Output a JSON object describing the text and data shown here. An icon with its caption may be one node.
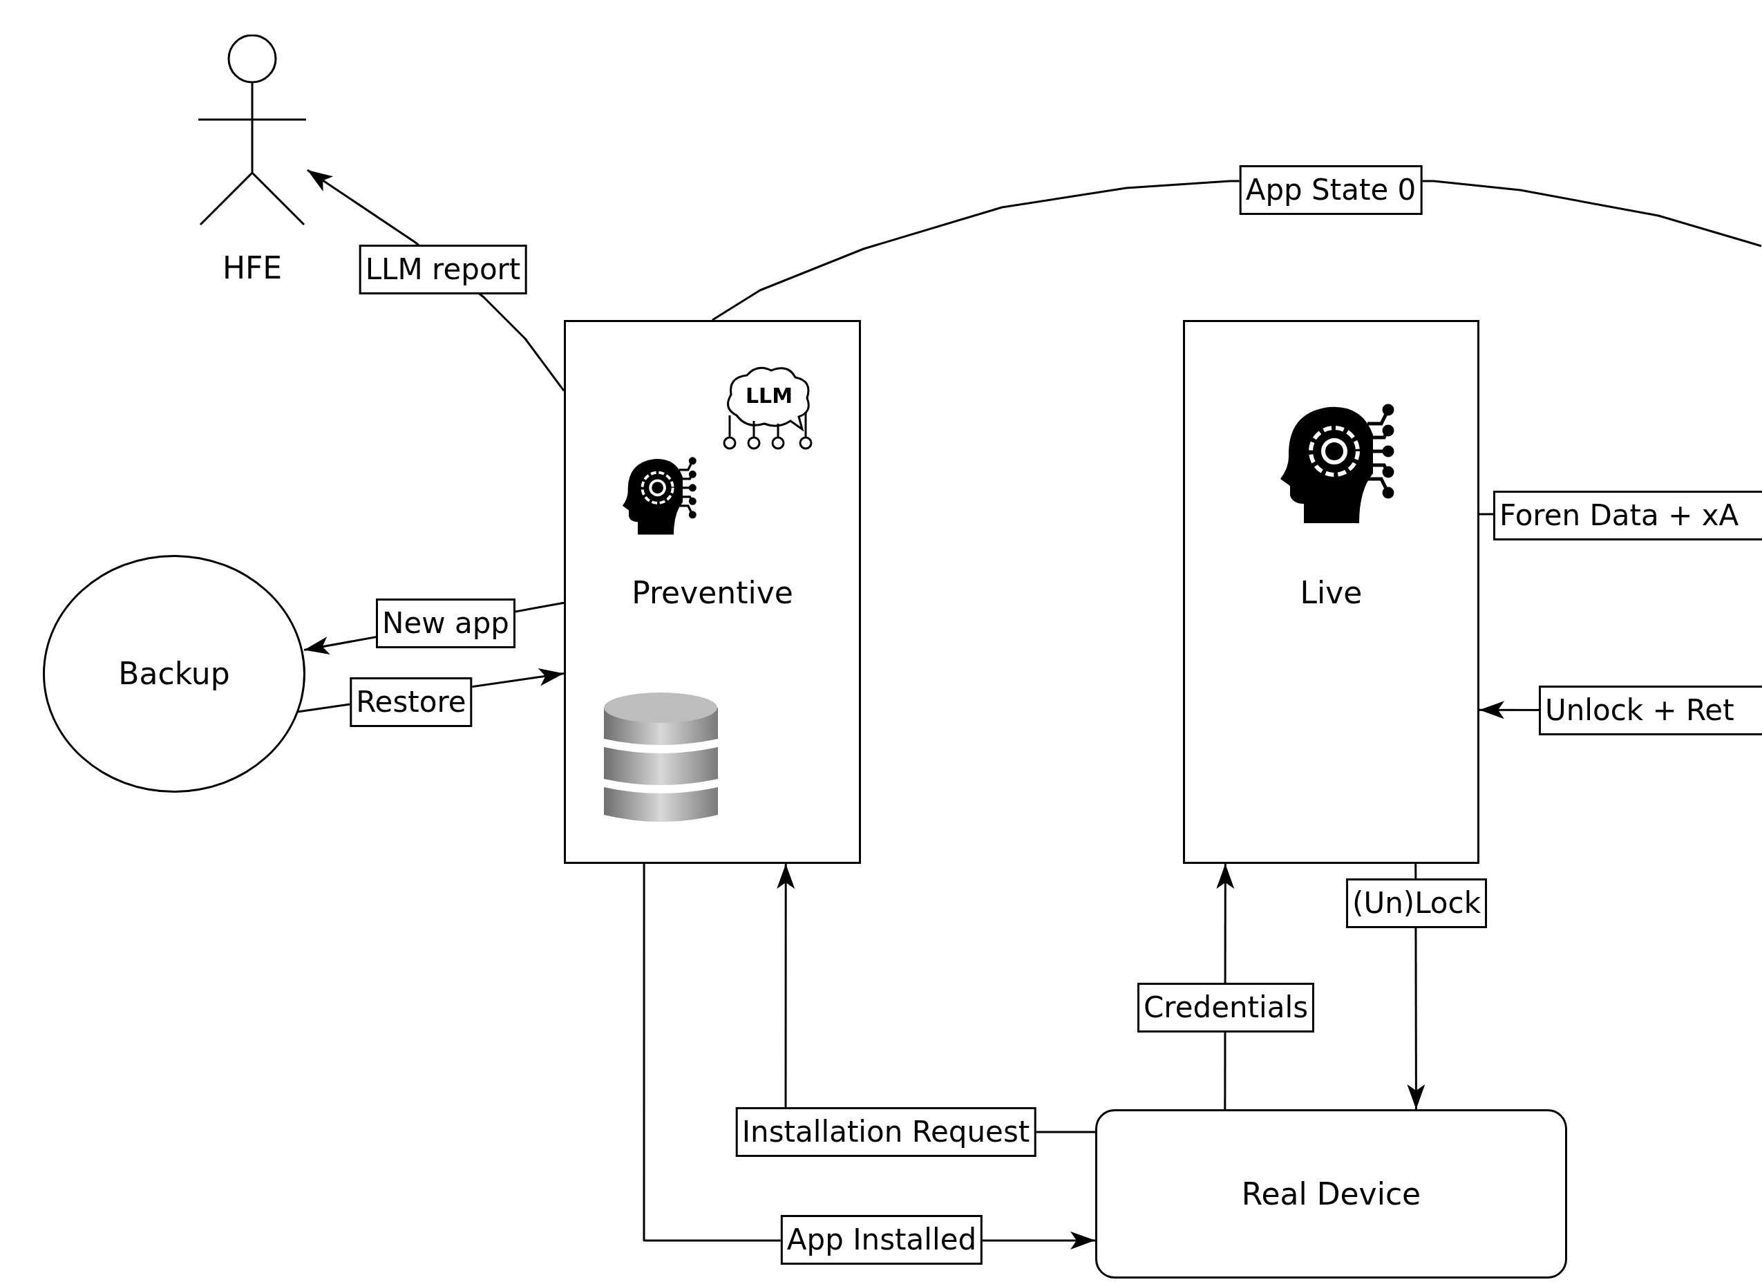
{
  "diagram": {
    "nodes": [
      {
        "text": [
          "HFE"
        ]
      },
      {
        "text": [
          "Preventive"
        ]
      },
      {
        "text": [
          "Live"
        ]
      },
      {
        "text": [
          "Backup"
        ]
      },
      {
        "text": [
          "Real Device"
        ]
      }
    ],
    "edges": [
      {
        "from": 1,
        "to": 0,
        "arrow": "to",
        "label": "LLM report"
      },
      {
        "from": 1,
        "to": null,
        "arrow": "none",
        "label": "App State 0"
      },
      {
        "from": 1,
        "to": 3,
        "arrow": "to",
        "label": "New app"
      },
      {
        "from": 3,
        "to": 1,
        "arrow": "to",
        "label": "Restore"
      },
      {
        "from": 2,
        "to": null,
        "arrow": "none",
        "label": "Foren Data + xA"
      },
      {
        "from": null,
        "to": 2,
        "arrow": "to",
        "label": "Unlock + Ret"
      },
      {
        "from": 2,
        "to": 4,
        "arrow": "to",
        "label": "(Un)Lock"
      },
      {
        "from": 4,
        "to": 2,
        "arrow": "to",
        "label": "Credentials"
      },
      {
        "from": 4,
        "to": 1,
        "arrow": "to",
        "label": "Installation Request"
      },
      {
        "from": 1,
        "to": 4,
        "arrow": "to",
        "label": "App Installed"
      }
    ],
    "labels": [
      "LLM"
    ]
  }
}
